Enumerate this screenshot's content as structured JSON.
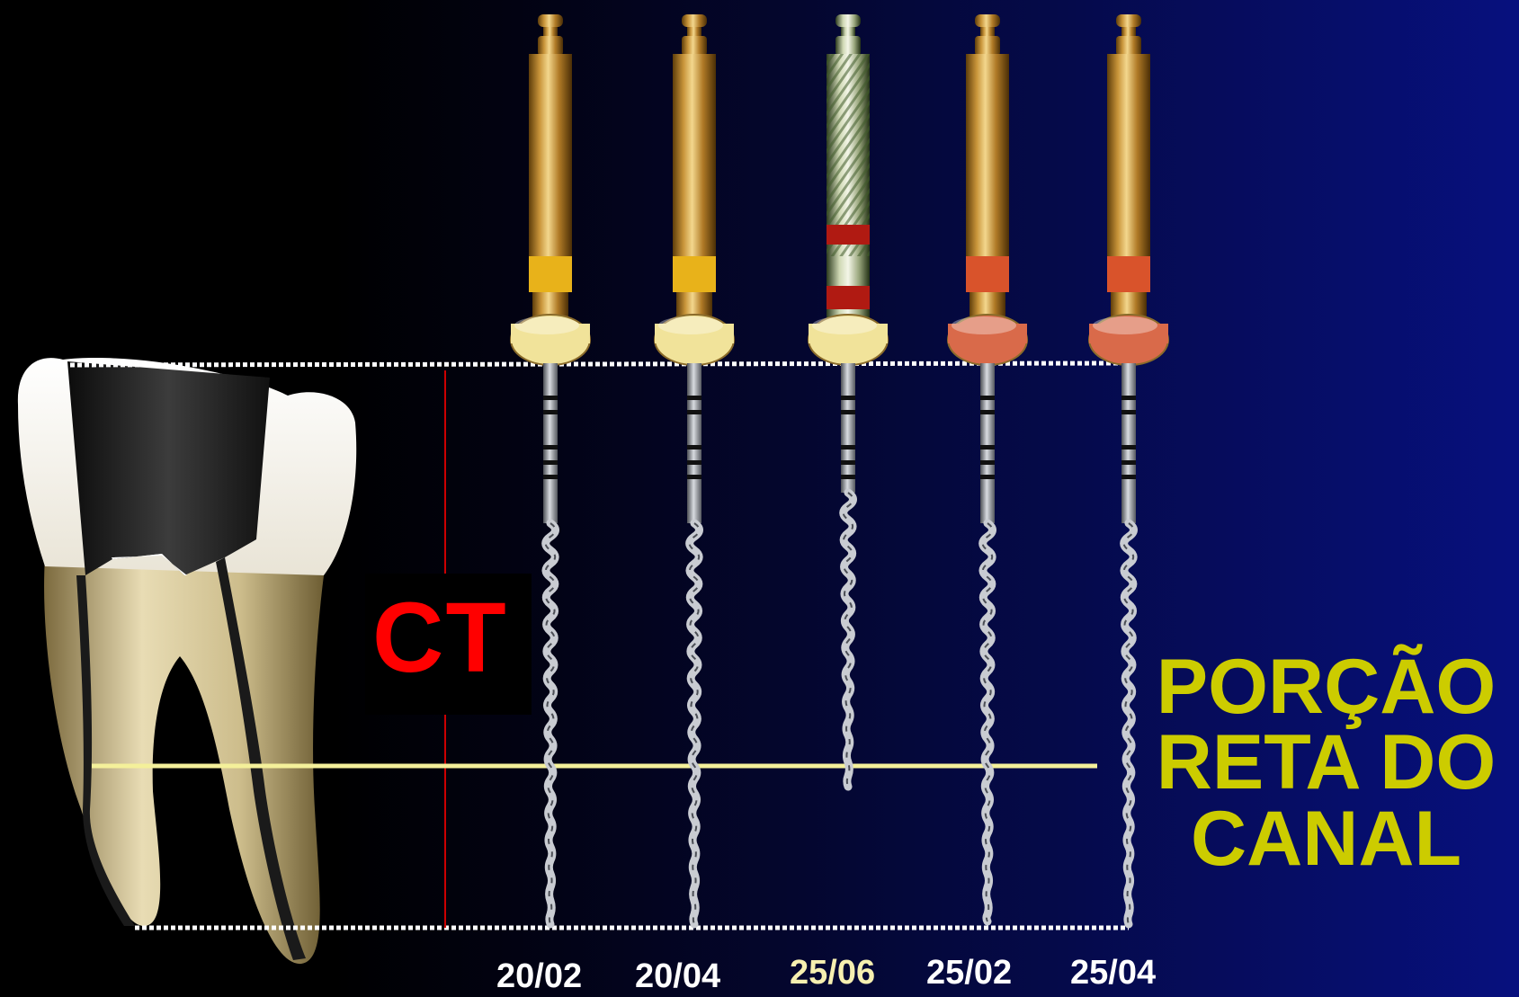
{
  "slide": {
    "ct_label": "CT",
    "ct_color": "#ff0000",
    "region_label_lines": [
      "PORÇÃO",
      "RETA DO",
      "CANAL"
    ],
    "region_label_color": "#cccc00",
    "background_colors": [
      "#000000",
      "#07107e"
    ],
    "files": [
      {
        "label": "20/02",
        "label_color": "#ffffff",
        "band_color": "#e8b21a",
        "stop_color": "#f1e39a",
        "handle": "gold"
      },
      {
        "label": "20/04",
        "label_color": "#ffffff",
        "band_color": "#e8b21a",
        "stop_color": "#f1e39a",
        "handle": "gold"
      },
      {
        "label": "25/06",
        "label_color": "#f6efb0",
        "band_color": "#b01a12",
        "stop_color": "#f1e39a",
        "handle": "striped"
      },
      {
        "label": "25/02",
        "label_color": "#ffffff",
        "band_color": "#d9532b",
        "stop_color": "#d96a4a",
        "handle": "gold"
      },
      {
        "label": "25/04",
        "label_color": "#ffffff",
        "band_color": "#d9532b",
        "stop_color": "#d96a4a",
        "handle": "gold"
      }
    ]
  }
}
